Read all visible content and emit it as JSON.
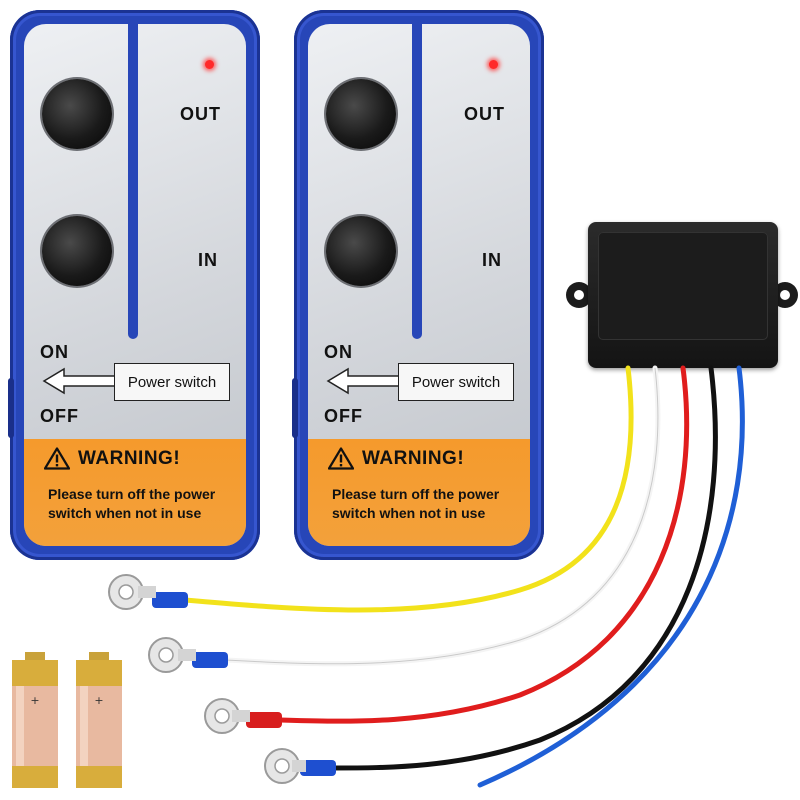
{
  "remotes": [
    {
      "out_label": "OUT",
      "in_label": "IN",
      "on_label": "ON",
      "off_label": "OFF",
      "power_switch_label": "Power switch",
      "warning_title": "WARNING!",
      "warning_text": "Please turn off the power switch when not in use"
    },
    {
      "out_label": "OUT",
      "in_label": "IN",
      "on_label": "ON",
      "off_label": "OFF",
      "power_switch_label": "Power switch",
      "warning_title": "WARNING!",
      "warning_text": "Please turn off the power switch when not in use"
    }
  ],
  "colors": {
    "remote_body": "#2746b8",
    "warning_panel": "#f59a2c",
    "led": "#ff2a2a",
    "wire_yellow": "#f2e21b",
    "wire_white": "#f4f4f4",
    "wire_red": "#e01d1d",
    "wire_black": "#111111",
    "wire_blue": "#1f5fd6",
    "terminal_blue": "#1e4fd0",
    "terminal_red": "#d81e1e"
  },
  "icons": {
    "warning": "warning-triangle-icon",
    "arrow": "arrow-left-icon"
  }
}
